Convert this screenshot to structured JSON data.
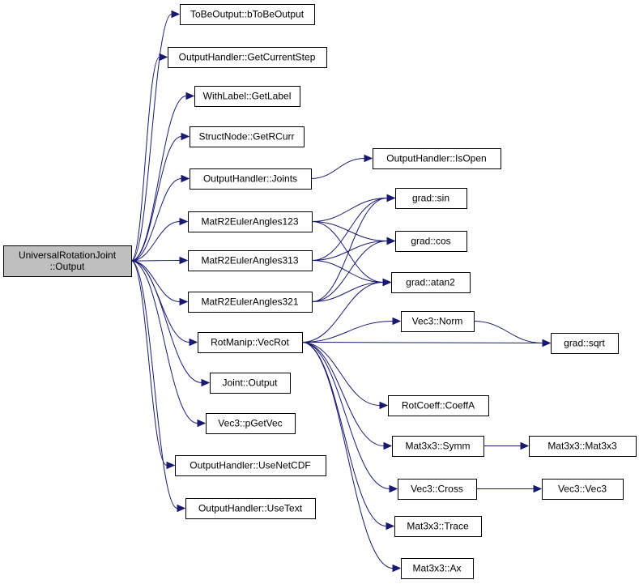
{
  "graph": {
    "edge_color": "#191970",
    "root_fill": "#bfbfbf",
    "nodes": [
      {
        "id": "root",
        "lines": [
          "UniversalRotationJoint",
          "::Output"
        ],
        "is_root": true
      },
      {
        "id": "tobeoutput",
        "lines": [
          "ToBeOutput::bToBeOutput"
        ]
      },
      {
        "id": "getcurrentstep",
        "lines": [
          "OutputHandler::GetCurrentStep"
        ]
      },
      {
        "id": "getlabel",
        "lines": [
          "WithLabel::GetLabel"
        ]
      },
      {
        "id": "getrcurr",
        "lines": [
          "StructNode::GetRCurr"
        ]
      },
      {
        "id": "joints",
        "lines": [
          "OutputHandler::Joints"
        ]
      },
      {
        "id": "isopen",
        "lines": [
          "OutputHandler::IsOpen"
        ]
      },
      {
        "id": "mat123",
        "lines": [
          "MatR2EulerAngles123"
        ]
      },
      {
        "id": "mat313",
        "lines": [
          "MatR2EulerAngles313"
        ]
      },
      {
        "id": "mat321",
        "lines": [
          "MatR2EulerAngles321"
        ]
      },
      {
        "id": "sin",
        "lines": [
          "grad::sin"
        ]
      },
      {
        "id": "cos",
        "lines": [
          "grad::cos"
        ]
      },
      {
        "id": "atan2",
        "lines": [
          "grad::atan2"
        ]
      },
      {
        "id": "vecrot",
        "lines": [
          "RotManip::VecRot"
        ]
      },
      {
        "id": "norm",
        "lines": [
          "Vec3::Norm"
        ]
      },
      {
        "id": "sqrt",
        "lines": [
          "grad::sqrt"
        ]
      },
      {
        "id": "coeffa",
        "lines": [
          "RotCoeff::CoeffA"
        ]
      },
      {
        "id": "symm",
        "lines": [
          "Mat3x3::Symm"
        ]
      },
      {
        "id": "mat3x3",
        "lines": [
          "Mat3x3::Mat3x3"
        ]
      },
      {
        "id": "cross",
        "lines": [
          "Vec3::Cross"
        ]
      },
      {
        "id": "vec3",
        "lines": [
          "Vec3::Vec3"
        ]
      },
      {
        "id": "trace",
        "lines": [
          "Mat3x3::Trace"
        ]
      },
      {
        "id": "ax",
        "lines": [
          "Mat3x3::Ax"
        ]
      },
      {
        "id": "jointoutput",
        "lines": [
          "Joint::Output"
        ]
      },
      {
        "id": "pgetvec",
        "lines": [
          "Vec3::pGetVec"
        ]
      },
      {
        "id": "usenetcdf",
        "lines": [
          "OutputHandler::UseNetCDF"
        ]
      },
      {
        "id": "usetext",
        "lines": [
          "OutputHandler::UseText"
        ]
      }
    ],
    "edges": [
      [
        "root",
        "tobeoutput"
      ],
      [
        "root",
        "getcurrentstep"
      ],
      [
        "root",
        "getlabel"
      ],
      [
        "root",
        "getrcurr"
      ],
      [
        "root",
        "joints"
      ],
      [
        "root",
        "mat123"
      ],
      [
        "root",
        "mat313"
      ],
      [
        "root",
        "mat321"
      ],
      [
        "root",
        "vecrot"
      ],
      [
        "root",
        "jointoutput"
      ],
      [
        "root",
        "pgetvec"
      ],
      [
        "root",
        "usenetcdf"
      ],
      [
        "root",
        "usetext"
      ],
      [
        "joints",
        "isopen"
      ],
      [
        "mat123",
        "sin"
      ],
      [
        "mat123",
        "cos"
      ],
      [
        "mat123",
        "atan2"
      ],
      [
        "mat313",
        "sin"
      ],
      [
        "mat313",
        "cos"
      ],
      [
        "mat313",
        "atan2"
      ],
      [
        "mat321",
        "sin"
      ],
      [
        "mat321",
        "cos"
      ],
      [
        "mat321",
        "atan2"
      ],
      [
        "vecrot",
        "atan2"
      ],
      [
        "vecrot",
        "norm"
      ],
      [
        "vecrot",
        "sqrt"
      ],
      [
        "vecrot",
        "coeffa"
      ],
      [
        "vecrot",
        "symm"
      ],
      [
        "vecrot",
        "cross"
      ],
      [
        "vecrot",
        "trace"
      ],
      [
        "vecrot",
        "ax"
      ],
      [
        "norm",
        "sqrt"
      ],
      [
        "symm",
        "mat3x3"
      ],
      [
        "cross",
        "vec3"
      ]
    ]
  }
}
